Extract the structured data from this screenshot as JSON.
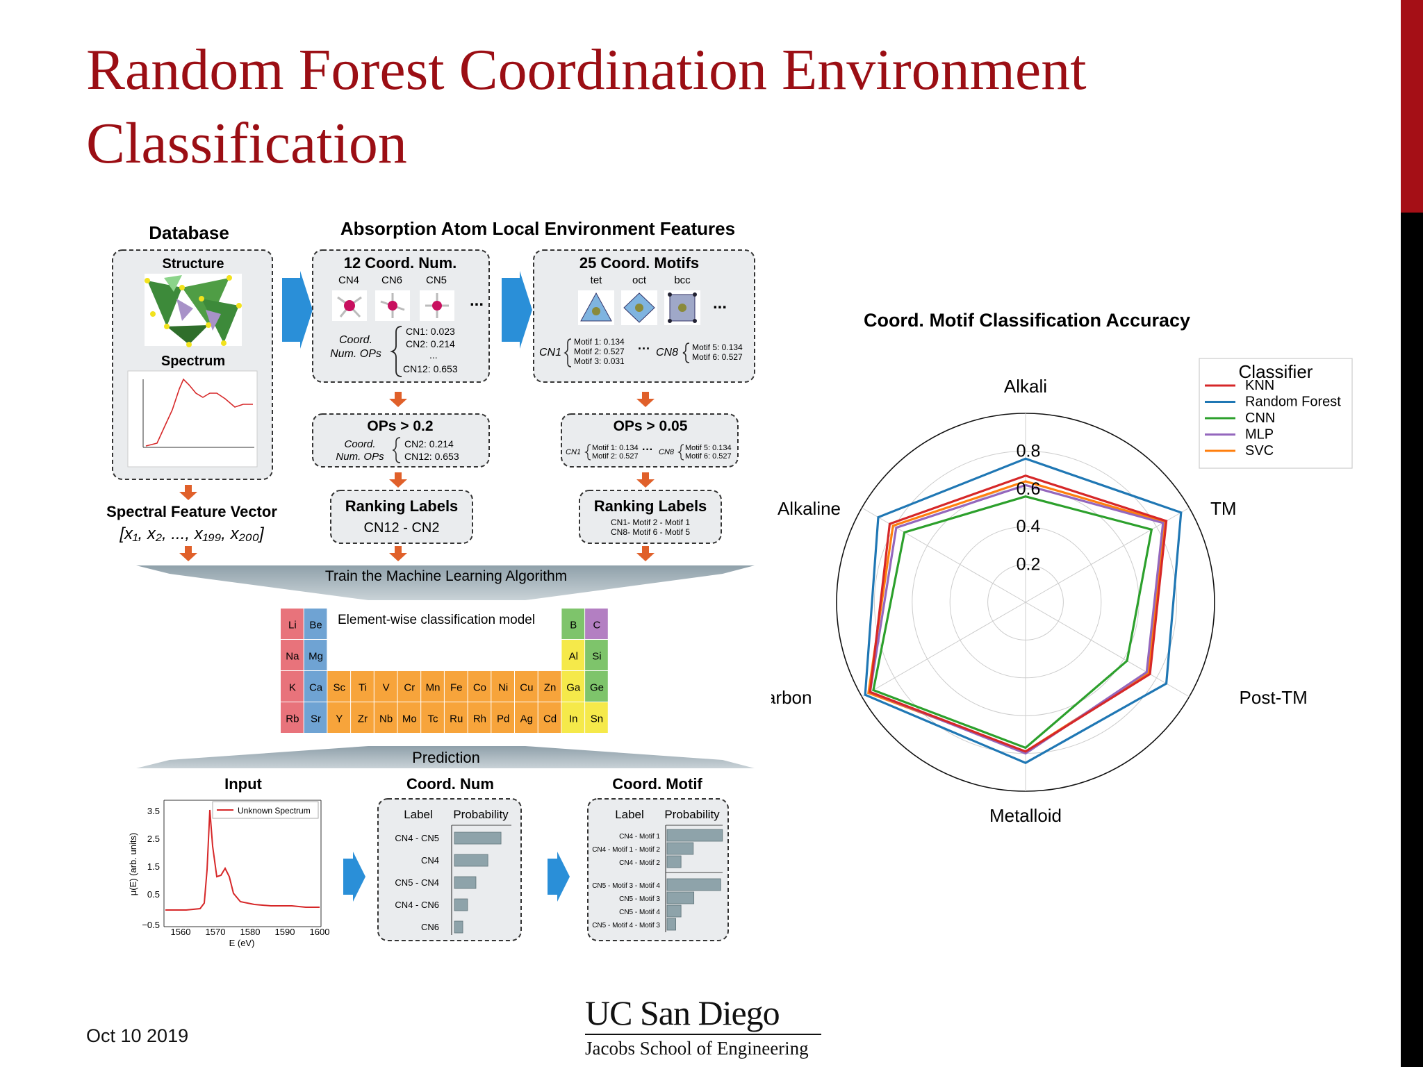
{
  "slide": {
    "title": "Random Forest Coordination Environment Classification",
    "date": "Oct 10 2019",
    "logo_main": "UC San Diego",
    "logo_sub": "Jacobs School of Engineering",
    "accent_red": "#9b0e14"
  },
  "workflow": {
    "database_title": "Database",
    "structure_label": "Structure",
    "spectrum_label": "Spectrum",
    "spectral_feature_title": "Spectral Feature Vector",
    "feature_vector": "[x₁, x₂, ..., x₁₉₉, x₂₀₀]",
    "features_title": "Absorption Atom Local Environment Features",
    "coord_num_box": {
      "title": "12 Coord. Num.",
      "cn_labels": [
        "CN4",
        "CN6",
        "CN5"
      ],
      "ellipsis": "...",
      "ops_label_1": "Coord.",
      "ops_label_2": "Num. OPs",
      "ops_values": [
        "CN1: 0.023",
        "CN2: 0.214",
        "...",
        "CN12: 0.653"
      ]
    },
    "coord_motif_box": {
      "title": "25 Coord. Motifs",
      "motif_labels": [
        "tet",
        "oct",
        "bcc"
      ],
      "ellipsis": "...",
      "cn1_label": "CN1",
      "cn1_values": [
        "Motif 1: 0.134",
        "Motif 2: 0.527",
        "Motif 3: 0.031"
      ],
      "middle_dots": "···",
      "cn8_label": "CN8",
      "cn8_values": [
        "Motif 5: 0.134",
        "Motif 6: 0.527"
      ]
    },
    "ops_filter_left": {
      "title": "OPs > 0.2",
      "label_1": "Coord.",
      "label_2": "Num. OPs",
      "values": [
        "CN2: 0.214",
        "CN12: 0.653"
      ]
    },
    "ops_filter_right": {
      "title": "OPs > 0.05",
      "cn1_label": "CN1",
      "cn1_values": [
        "Motif 1: 0.134",
        "Motif 2: 0.527"
      ],
      "middle_dots": "···",
      "cn8_label": "CN8",
      "cn8_values": [
        "Motif 5: 0.134",
        "Motif 6: 0.527"
      ]
    },
    "ranking_left": {
      "title": "Ranking Labels",
      "value": "CN12 - CN2"
    },
    "ranking_right": {
      "title": "Ranking Labels",
      "values": [
        "CN1- Motif 2 - Motif 1",
        "CN8- Motif 6 - Motif 5"
      ]
    },
    "train_banner": "Train the Machine Learning Algorithm",
    "periodic_title": "Element-wise classification model",
    "prediction_banner": "Prediction",
    "input_title": "Input",
    "input_legend": "Unknown Spectrum",
    "input_ylabel": "μ(E) (arb. units)",
    "input_xlabel": "E (eV)",
    "input_yticks": [
      "3.5",
      "2.5",
      "1.5",
      "0.5",
      "−0.5"
    ],
    "input_xticks": [
      "1560",
      "1570",
      "1580",
      "1590",
      "1600"
    ],
    "coord_num_result": {
      "title": "Coord. Num",
      "label_header": "Label",
      "prob_header": "Probability",
      "rows": [
        {
          "label": "CN4 - CN5",
          "value": 0.78
        },
        {
          "label": "CN4",
          "value": 0.56
        },
        {
          "label": "CN5 - CN4",
          "value": 0.36
        },
        {
          "label": "CN4 - CN6",
          "value": 0.22
        },
        {
          "label": "CN6",
          "value": 0.14
        }
      ]
    },
    "coord_motif_result": {
      "title": "Coord. Motif",
      "label_header": "Label",
      "prob_header": "Probability",
      "rows": [
        {
          "label": "CN4 - Motif 1",
          "value": 0.95
        },
        {
          "label": "CN4 - Motif 1 - Motif 2",
          "value": 0.45
        },
        {
          "label": "CN4 - Motif 2",
          "value": 0.24
        },
        {
          "label": "CN5 - Motif 3 - Motif 4",
          "value": 0.92
        },
        {
          "label": "CN5 - Motif 3",
          "value": 0.46
        },
        {
          "label": "CN5 - Motif 4",
          "value": 0.24
        },
        {
          "label": "CN5 - Motif 4 - Motif 3",
          "value": 0.15
        }
      ]
    }
  },
  "periodic_table": [
    {
      "s": "Li",
      "r": 0,
      "c": 0,
      "g": "alkali"
    },
    {
      "s": "Be",
      "r": 0,
      "c": 1,
      "g": "alkaline"
    },
    {
      "s": "B",
      "r": 0,
      "c": 12,
      "g": "metalloid"
    },
    {
      "s": "C",
      "r": 0,
      "c": 13,
      "g": "carbon"
    },
    {
      "s": "Na",
      "r": 1,
      "c": 0,
      "g": "alkali"
    },
    {
      "s": "Mg",
      "r": 1,
      "c": 1,
      "g": "alkaline"
    },
    {
      "s": "Al",
      "r": 1,
      "c": 12,
      "g": "posttm"
    },
    {
      "s": "Si",
      "r": 1,
      "c": 13,
      "g": "metalloid"
    },
    {
      "s": "K",
      "r": 2,
      "c": 0,
      "g": "alkali"
    },
    {
      "s": "Ca",
      "r": 2,
      "c": 1,
      "g": "alkaline"
    },
    {
      "s": "Sc",
      "r": 2,
      "c": 2,
      "g": "tm"
    },
    {
      "s": "Ti",
      "r": 2,
      "c": 3,
      "g": "tm"
    },
    {
      "s": "V",
      "r": 2,
      "c": 4,
      "g": "tm"
    },
    {
      "s": "Cr",
      "r": 2,
      "c": 5,
      "g": "tm"
    },
    {
      "s": "Mn",
      "r": 2,
      "c": 6,
      "g": "tm"
    },
    {
      "s": "Fe",
      "r": 2,
      "c": 7,
      "g": "tm"
    },
    {
      "s": "Co",
      "r": 2,
      "c": 8,
      "g": "tm"
    },
    {
      "s": "Ni",
      "r": 2,
      "c": 9,
      "g": "tm"
    },
    {
      "s": "Cu",
      "r": 2,
      "c": 10,
      "g": "tm"
    },
    {
      "s": "Zn",
      "r": 2,
      "c": 11,
      "g": "tm"
    },
    {
      "s": "Ga",
      "r": 2,
      "c": 12,
      "g": "posttm"
    },
    {
      "s": "Ge",
      "r": 2,
      "c": 13,
      "g": "metalloid"
    },
    {
      "s": "Rb",
      "r": 3,
      "c": 0,
      "g": "alkali"
    },
    {
      "s": "Sr",
      "r": 3,
      "c": 1,
      "g": "alkaline"
    },
    {
      "s": "Y",
      "r": 3,
      "c": 2,
      "g": "tm"
    },
    {
      "s": "Zr",
      "r": 3,
      "c": 3,
      "g": "tm"
    },
    {
      "s": "Nb",
      "r": 3,
      "c": 4,
      "g": "tm"
    },
    {
      "s": "Mo",
      "r": 3,
      "c": 5,
      "g": "tm"
    },
    {
      "s": "Tc",
      "r": 3,
      "c": 6,
      "g": "tm"
    },
    {
      "s": "Ru",
      "r": 3,
      "c": 7,
      "g": "tm"
    },
    {
      "s": "Rh",
      "r": 3,
      "c": 8,
      "g": "tm"
    },
    {
      "s": "Pd",
      "r": 3,
      "c": 9,
      "g": "tm"
    },
    {
      "s": "Ag",
      "r": 3,
      "c": 10,
      "g": "tm"
    },
    {
      "s": "Cd",
      "r": 3,
      "c": 11,
      "g": "tm"
    },
    {
      "s": "In",
      "r": 3,
      "c": 12,
      "g": "posttm"
    },
    {
      "s": "Sn",
      "r": 3,
      "c": 13,
      "g": "posttm"
    }
  ],
  "group_colors": {
    "alkali": "#e8737b",
    "alkaline": "#6fa3d3",
    "tm": "#f7a43b",
    "posttm": "#f5e94a",
    "metalloid": "#7ec46b",
    "carbon": "#b37fc2"
  },
  "chart_data": {
    "type": "radar",
    "title": "Coord. Motif Classification Accuracy",
    "axes": [
      "Alkali",
      "TM",
      "Post-TM",
      "Metalloid",
      "Carbon",
      "Alkaline"
    ],
    "rticks": [
      "0.2",
      "0.4",
      "0.6",
      "0.8"
    ],
    "rlim": [
      0,
      1.0
    ],
    "legend_title": "Classifier",
    "legend_position": "top-right",
    "series": [
      {
        "name": "KNN",
        "color": "#d62728",
        "values": [
          0.67,
          0.86,
          0.76,
          0.79,
          0.95,
          0.83
        ]
      },
      {
        "name": "Random Forest",
        "color": "#1f77b4",
        "values": [
          0.76,
          0.95,
          0.86,
          0.85,
          0.98,
          0.9
        ]
      },
      {
        "name": "CNN",
        "color": "#2ca02c",
        "values": [
          0.56,
          0.77,
          0.62,
          0.77,
          0.93,
          0.74
        ]
      },
      {
        "name": "MLP",
        "color": "#9467bd",
        "values": [
          0.62,
          0.84,
          0.74,
          0.8,
          0.95,
          0.79
        ]
      },
      {
        "name": "SVC",
        "color": "#ff7f0e",
        "values": [
          0.64,
          0.85,
          0.75,
          0.79,
          0.96,
          0.81
        ]
      }
    ]
  }
}
